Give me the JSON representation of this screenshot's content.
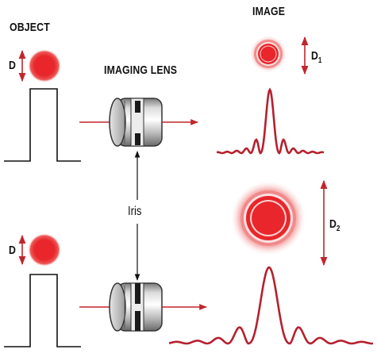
{
  "labels": {
    "object": "OBJECT",
    "imaging_lens": "IMAGING LENS",
    "image": "IMAGE",
    "iris": "Iris",
    "d_object_top": "D",
    "d_object_bottom": "D",
    "d1_letter": "D",
    "d1_sub": "1",
    "d2_letter": "D",
    "d2_sub": "2"
  },
  "colors": {
    "arrow": "#c0272d",
    "spot": "#e8262b",
    "profile": "#b5202e",
    "stroke": "#111111",
    "lens_body": "#b8b8b8"
  }
}
